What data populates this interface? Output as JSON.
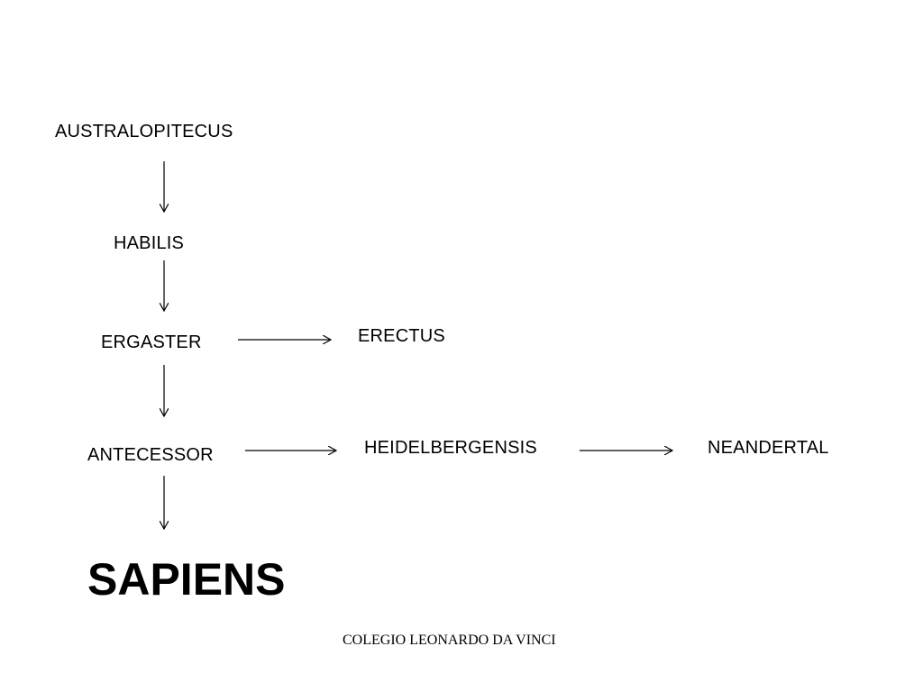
{
  "diagram": {
    "nodes": {
      "australopitecus": "AUSTRALOPITECUS",
      "habilis": "HABILIS",
      "ergaster": "ERGASTER",
      "erectus": "ERECTUS",
      "antecessor": "ANTECESSOR",
      "heidelbergensis": "HEIDELBERGENSIS",
      "neandertal": "NEANDERTAL",
      "sapiens": "SAPIENS"
    },
    "edges": [
      {
        "from": "AUSTRALOPITECUS",
        "to": "HABILIS"
      },
      {
        "from": "HABILIS",
        "to": "ERGASTER"
      },
      {
        "from": "ERGASTER",
        "to": "ERECTUS"
      },
      {
        "from": "ERGASTER",
        "to": "ANTECESSOR"
      },
      {
        "from": "ANTECESSOR",
        "to": "HEIDELBERGENSIS"
      },
      {
        "from": "HEIDELBERGENSIS",
        "to": "NEANDERTAL"
      },
      {
        "from": "ANTECESSOR",
        "to": "SAPIENS"
      }
    ]
  },
  "footer": {
    "text": "COLEGIO LEONARDO DA VINCI"
  }
}
